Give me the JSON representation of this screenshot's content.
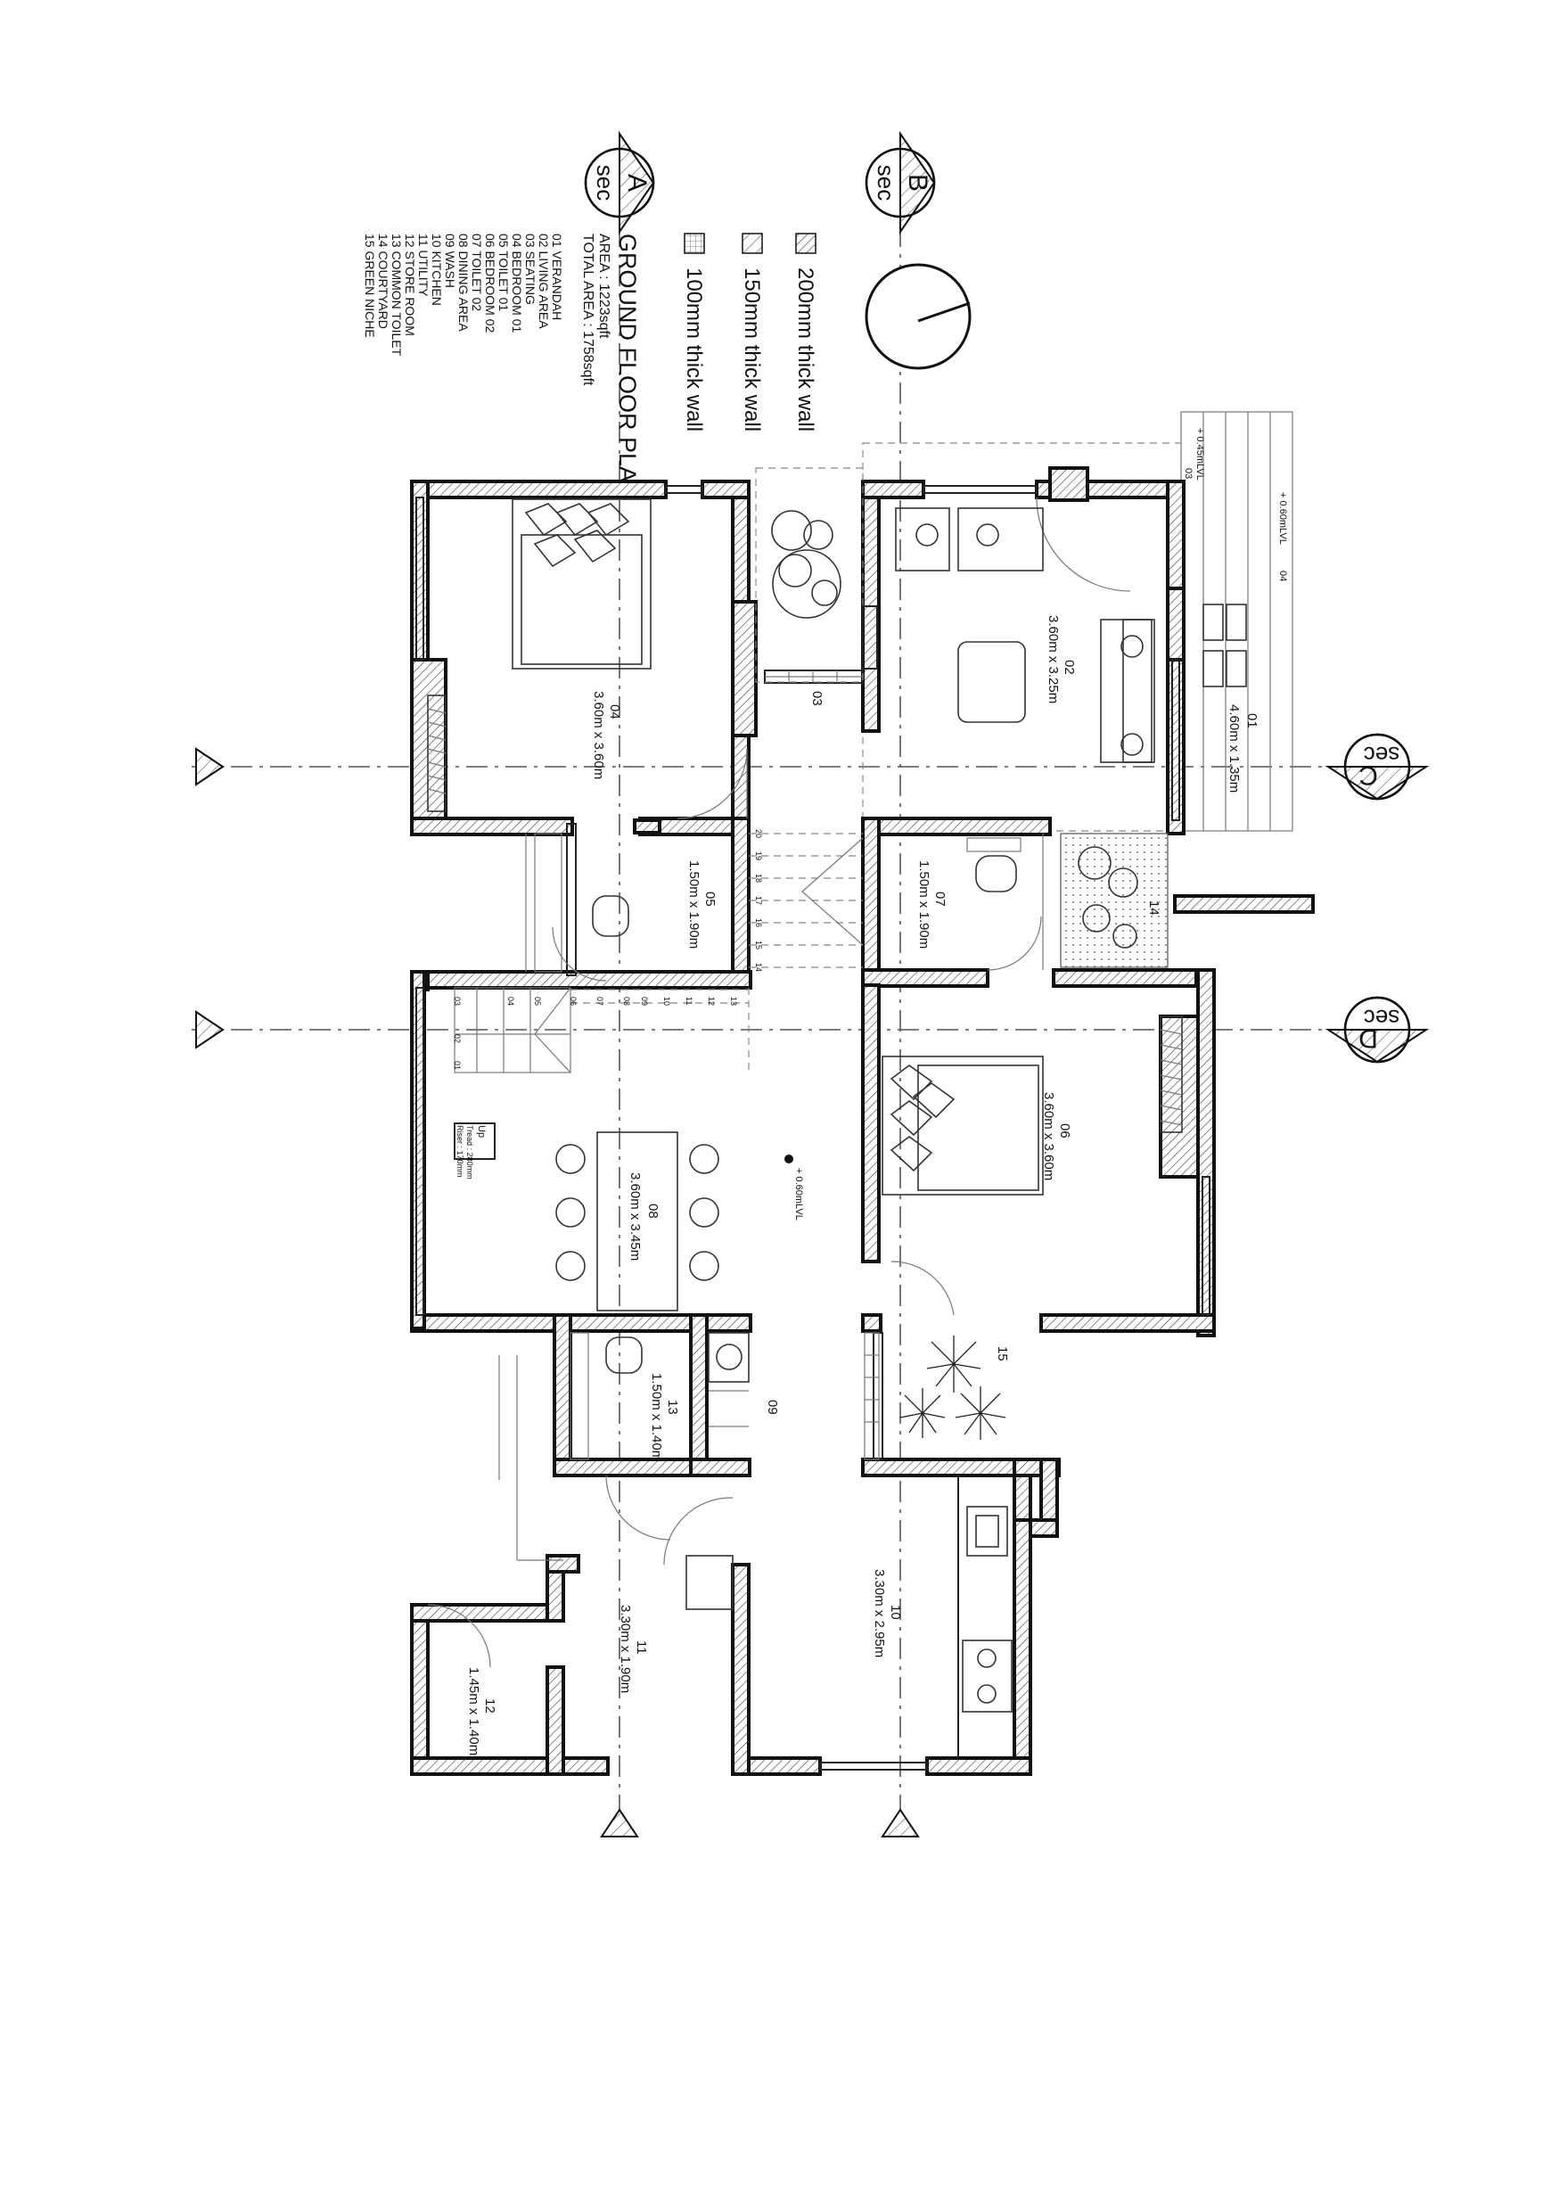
{
  "plan": {
    "title": "GROUND FLOOR PLAN",
    "area": "AREA : 1223sqft",
    "total_area": "TOTAL AREA : 1758sqft",
    "legend": [
      {
        "label": "200mm thick wall",
        "pattern": "dense"
      },
      {
        "label": "150mm thick wall",
        "pattern": "medium"
      },
      {
        "label": "100mm thick wall",
        "pattern": "grid"
      }
    ],
    "room_list": [
      "01  VERANDAH",
      "02  LIVING AREA",
      "03  SEATING",
      "04  BEDROOM 01",
      "05  TOILET 01",
      "06  BEDROOM 02",
      "07  TOILET 02",
      "08  DINING AREA",
      "09  WASH",
      "10  KITCHEN",
      "11  UTILITY",
      "12  STORE ROOM",
      "13  COMMON TOILET",
      "14  COURTYARD",
      "15  GREEN NICHE"
    ]
  },
  "rooms": {
    "r01": {
      "num": "01",
      "size": "4.60m x 1.35m"
    },
    "r02": {
      "num": "02",
      "size": "3.60m x 3.25m"
    },
    "r03": {
      "num": "03"
    },
    "r04": {
      "num": "04",
      "size": "3.60m x 3.60m"
    },
    "r05": {
      "num": "05",
      "size": "1.50m x 1.90m"
    },
    "r06": {
      "num": "06",
      "size": "3.60m x 3.60m"
    },
    "r07": {
      "num": "07",
      "size": "1.50m x 1.90m"
    },
    "r08": {
      "num": "08",
      "size": "3.60m x 3.45m"
    },
    "r09": {
      "num": "09"
    },
    "r10": {
      "num": "10",
      "size": "3.30m x 2.95m"
    },
    "r11": {
      "num": "11",
      "size": "3.30m x 1.90m"
    },
    "r12": {
      "num": "12",
      "size": "1.45m x 1.40m"
    },
    "r13": {
      "num": "13",
      "size": "1.50m x 1.40m"
    },
    "r14": {
      "num": "14"
    },
    "r15": {
      "num": "15"
    }
  },
  "sections": {
    "a": {
      "letter": "A",
      "tag": "sec"
    },
    "b": {
      "letter": "B",
      "tag": "sec"
    },
    "c": {
      "letter": "C",
      "tag": "sec"
    },
    "d": {
      "letter": "D",
      "tag": "sec"
    }
  },
  "levels": {
    "lvl1": "+ 0.45mLVL",
    "lvl1_num": "03",
    "lvl2": "+ 0.60mLVL",
    "lvl2_num": "04",
    "lvl3": "+ 0.60mLVL"
  },
  "stair": {
    "up": "Up",
    "tread": "Tread : 280mm",
    "riser": "Riser : 170mm",
    "steps_lower": [
      "01",
      "02",
      "03",
      "04",
      "05",
      "06",
      "07",
      "08",
      "09",
      "10",
      "11",
      "12",
      "13"
    ],
    "steps_upper": [
      "14",
      "15",
      "16",
      "17",
      "18",
      "19",
      "20"
    ]
  }
}
